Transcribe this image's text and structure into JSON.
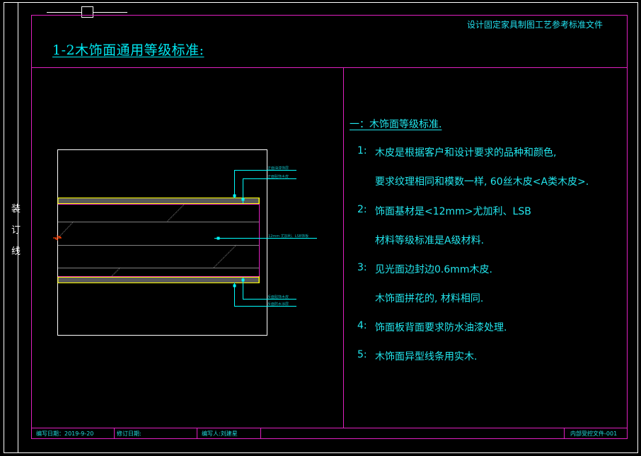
{
  "header": {
    "document_title": "设计固定家具制图工艺参考标准文件",
    "section_title": "1-2木饰面通用等级标准:"
  },
  "binding_margin": {
    "chars": [
      "装",
      "订",
      "线"
    ]
  },
  "drawing": {
    "callouts_top": [
      "正面油漆饰层",
      "正面贴饰木皮"
    ],
    "callout_middle": "12mm 尤加利、LSB饰板",
    "callouts_bottom": [
      "反面贴饰木皮",
      "反面防水涂层"
    ]
  },
  "notes": {
    "heading": "一：木饰面等级标准.",
    "items": [
      {
        "num": "1:",
        "text": "木皮是根据客户和设计要求的品种和颜色,"
      },
      {
        "num": "",
        "text": "要求纹理相同和模数一样, 60丝木皮<A类木皮>."
      },
      {
        "num": "2:",
        "text": "饰面基材是<12mm>尤加利、LSB"
      },
      {
        "num": "",
        "text": "材料等级标准是A级材料."
      },
      {
        "num": "3:",
        "text": "见光面边封边0.6mm木皮."
      },
      {
        "num": "",
        "text": "木饰面拼花的, 材料相同."
      },
      {
        "num": "4:",
        "text": "饰面板背面要求防水油漆处理."
      },
      {
        "num": "5:",
        "text": "木饰面异型线条用实木."
      }
    ]
  },
  "footer": {
    "compile_date": "编写日期：2019-9-20",
    "revision_date": "修订日期:",
    "author": "编写人:刘建星",
    "doc_code": "内部受控文件-001"
  },
  "colors": {
    "frame": "#ffffff",
    "border": "#e020c0",
    "text": "#22e6ee",
    "veneer": "#ffff00",
    "hatch": "#808080",
    "marker": "#ff4000"
  }
}
